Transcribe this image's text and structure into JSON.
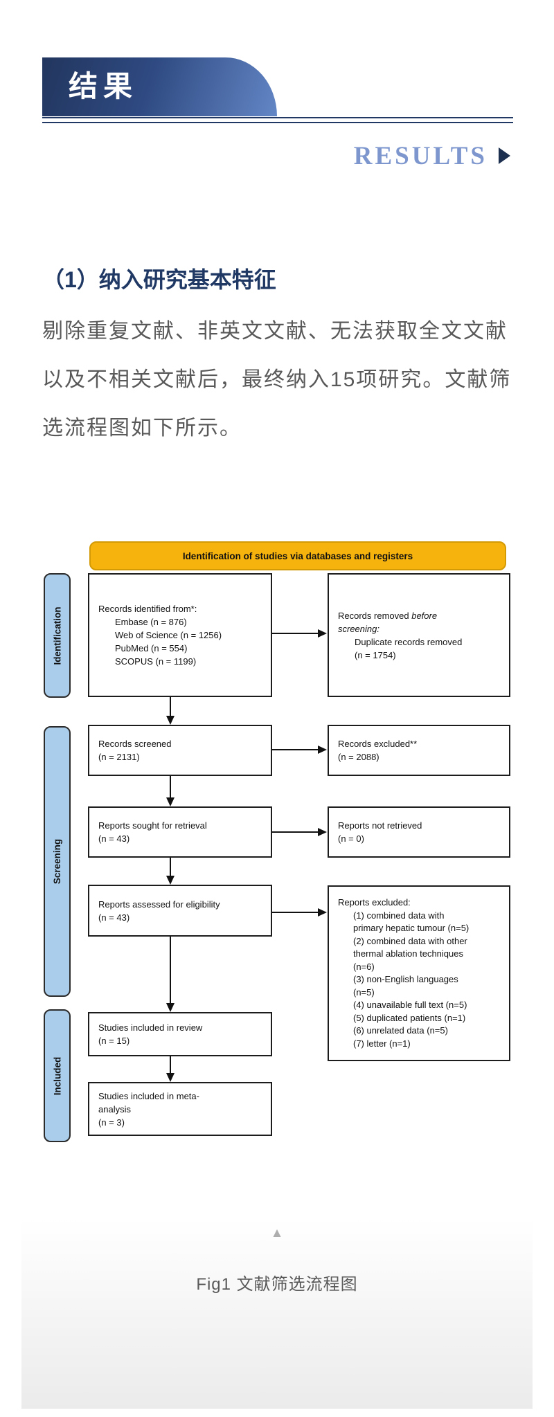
{
  "banner": {
    "title": "结果",
    "subtitle_en": "RESULTS",
    "arrow_icon": "right-pointing-triangle",
    "colors": {
      "gradient_start": "#22365E",
      "gradient_end": "#6386C5",
      "rule": "#1F3864",
      "results_text": "#7D97CE"
    }
  },
  "content": {
    "section_heading": "（1）纳入研究基本特征",
    "paragraph_lines": [
      "剔除重复文献、非英文文献、无法获取全文文献",
      "以及不相关文献后，最终纳入15项研究。文献筛",
      "选流程图如下所示。"
    ],
    "text_color": "#595959"
  },
  "flow": {
    "header": "Identification of studies via databases and registers",
    "header_color": "#F7B30D",
    "stage_color": "#A9CDEB",
    "stages": [
      "Identification",
      "Screening",
      "Included"
    ],
    "identified": {
      "lines": [
        "Records identified from*:",
        "Embase (n = 876)",
        "Web of Science (n = 1256)",
        "PubMed (n = 554)",
        "SCOPUS (n = 1199)"
      ]
    },
    "removed": {
      "l1a": "Records removed ",
      "l1b": "before",
      "l2": "screening:",
      "l3": "Duplicate records removed",
      "l4": "(n = 1754)"
    },
    "screened": {
      "lines": [
        "Records screened",
        "(n = 2131)"
      ]
    },
    "excluded": {
      "lines": [
        "Records excluded**",
        "(n = 2088)"
      ]
    },
    "sought": {
      "lines": [
        "Reports sought for retrieval",
        "(n = 43)"
      ]
    },
    "not_retrieved": {
      "lines": [
        "Reports not retrieved",
        "(n = 0)"
      ]
    },
    "assessed": {
      "lines": [
        "Reports assessed for eligibility",
        "(n = 43)"
      ]
    },
    "reports_excluded": {
      "title": "Reports excluded:",
      "items": [
        [
          "(1) combined data with",
          "primary hepatic tumour (n=5)"
        ],
        [
          "(2) combined data with other",
          "thermal ablation techniques",
          "(n=6)"
        ],
        [
          "(3) non-English languages",
          "(n=5)"
        ],
        [
          "(4) unavailable full text (n=5)"
        ],
        [
          "(5) duplicated patients (n=1)"
        ],
        [
          "(6) unrelated data (n=5)"
        ],
        [
          "(7) letter (n=1)"
        ]
      ]
    },
    "review": {
      "lines": [
        "Studies included in review",
        "(n = 15)"
      ]
    },
    "meta": {
      "lines": [
        "Studies included in meta-",
        "analysis",
        "(n = 3)"
      ]
    }
  },
  "footer": {
    "collapse_icon": "▲",
    "figure_caption": "Fig1 文献筛选流程图"
  }
}
